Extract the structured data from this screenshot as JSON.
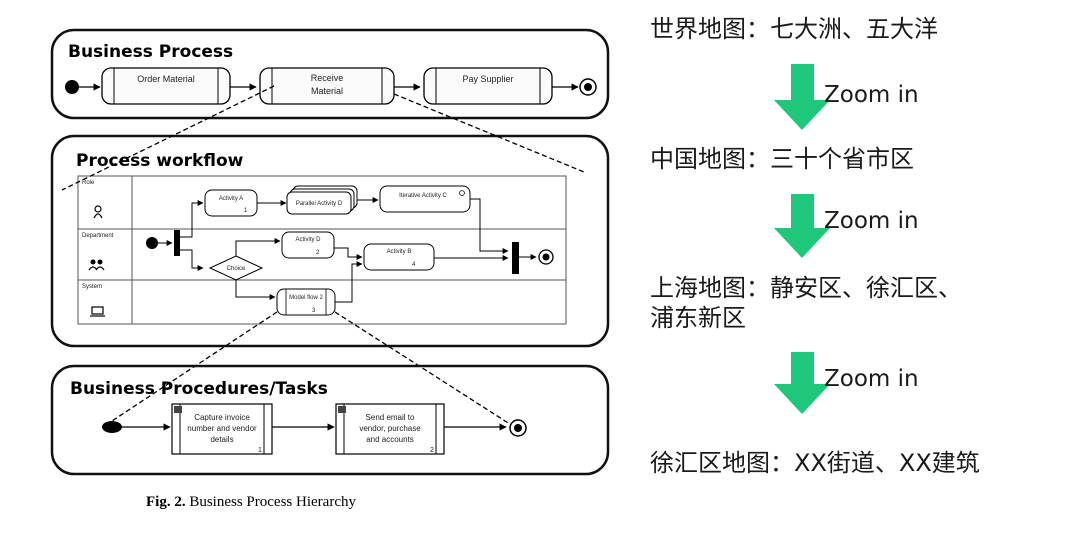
{
  "left_panel": {
    "business_process": {
      "title": "Business Process",
      "steps": [
        "Order Material",
        "Receive",
        "Material",
        "Pay Supplier"
      ]
    },
    "process_workflow": {
      "title": "Process workflow",
      "lanes": [
        "Role",
        "Department",
        "System"
      ],
      "activities": {
        "a": "Activity A",
        "a_num": "1",
        "parallel": "Parallel Activity D",
        "iterative": "Iterative Activity C",
        "d": "Activity D",
        "d_num": "2",
        "b": "Activity B",
        "b_num": "4",
        "choice": "Choice",
        "model": "Model flow 2",
        "model_num": "3"
      }
    },
    "procedures": {
      "title": "Business Procedures/Tasks",
      "task1": [
        "Capture invoice",
        "number and vendor",
        "details"
      ],
      "task1_num": "1",
      "task2": [
        "Send email to",
        "vendor, purchase",
        "and accounts"
      ],
      "task2_num": "2"
    },
    "caption": {
      "fig": "Fig. 2.",
      "text": " Business Process Hierarchy"
    }
  },
  "right_panel": {
    "levels": [
      "世界地图：七大洲、五大洋",
      "中国地图：三十个省市区",
      "上海地图：静安区、徐汇区、",
      "浦东新区",
      "徐汇区地图：XX街道、XX建筑"
    ],
    "zoom_label": "Zoom in",
    "arrow_color": "#1ec77a"
  }
}
